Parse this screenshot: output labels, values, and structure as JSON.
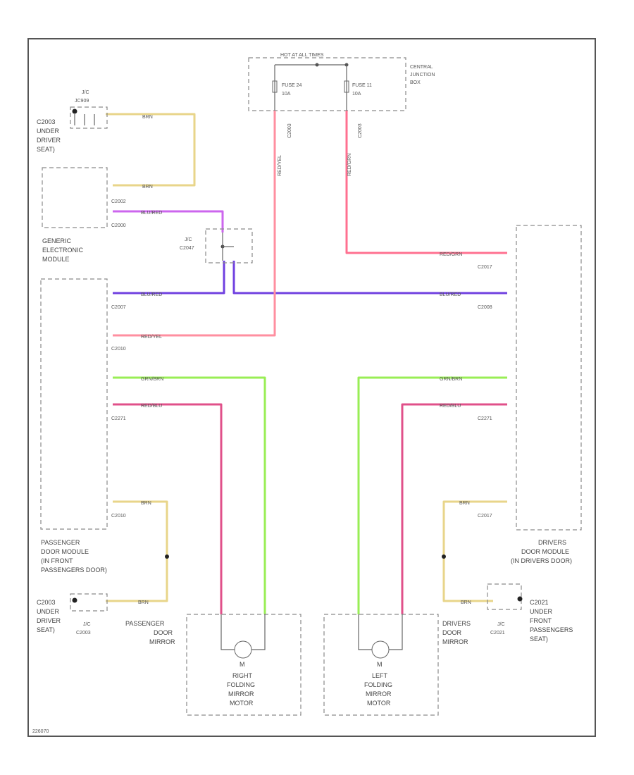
{
  "colors": {
    "brn": "#e8d58a",
    "blu_red": "#cc66ee",
    "blu_red_h": "#7040e0",
    "red_yel": "#ff8fa0",
    "red_grn": "#ff7090",
    "grn_brn": "#99ee55",
    "red_blu": "#e0508a",
    "frame": "#555555",
    "box": "#8a8a8a"
  },
  "components": {
    "fuse_box_title": "HOT AT ALL TIMES",
    "fuse_24": "FUSE 24",
    "fuse_24_amp": "10A",
    "fuse_11": "FUSE 11",
    "fuse_11_amp": "10A",
    "cjb": [
      "CENTRAL",
      "JUNCTION",
      "BOX"
    ],
    "jc_top": [
      "J/C",
      "JC909"
    ],
    "c2003_top": [
      "C2003",
      "UNDER",
      "DRIVER",
      "SEAT)"
    ],
    "gem": [
      "GENERIC",
      "ELECTRONIC",
      "MODULE"
    ],
    "jc_gem": [
      "J/C",
      "C2047"
    ],
    "pass_door_module": [
      "PASSENGER",
      "DOOR MODULE",
      "(IN FRONT",
      "PASSENGERS DOOR)"
    ],
    "drv_door_module": [
      "DRIVERS",
      "DOOR MODULE",
      "(IN DRIVERS DOOR)"
    ],
    "c2003_bot": [
      "C2003",
      "UNDER",
      "DRIVER",
      "SEAT)"
    ],
    "jc_bot_left": [
      "J/C",
      "C2003"
    ],
    "pass_mirror": [
      "PASSENGER",
      "DOOR",
      "MIRROR"
    ],
    "drv_mirror": [
      "DRIVERS",
      "DOOR",
      "MIRROR"
    ],
    "right_motor": [
      "RIGHT",
      "FOLDING",
      "MIRROR",
      "MOTOR"
    ],
    "left_motor": [
      "LEFT",
      "FOLDING",
      "MIRROR",
      "MOTOR"
    ],
    "c2021": [
      "C2021",
      "UNDER",
      "FRONT",
      "PASSENGERS",
      "SEAT)"
    ],
    "jc_bot_right": [
      "J/C",
      "C2021"
    ],
    "motor_m": "M"
  },
  "connectors": {
    "c2002": "C2002",
    "c2000": "C2000",
    "c2007": "C2007",
    "c2010": "C2010",
    "c2271_l": "C2271",
    "c2010_b": "C2010",
    "c2017_t": "C2017",
    "c2008": "C2008",
    "c2271_r": "C2271",
    "c2017_b": "C2017",
    "c2003_v": "C2003",
    "c2003_v2": "C2003"
  },
  "wires": {
    "brn_top_1": "BRN",
    "brn_top_2": "BRN",
    "blu_red_1": "BLU/RED",
    "blu_red_2": "BLU/RED",
    "blu_red_3": "BLU/RED",
    "red_yel": "RED/YEL",
    "red_yel_v": "RED/YEL",
    "red_grn": "RED/GRN",
    "red_grn_v": "RED/GRN",
    "grn_brn_l": "GRN/BRN",
    "grn_brn_r": "GRN/BRN",
    "red_blu_l": "RED/BLU",
    "red_blu_r": "RED/BLU",
    "brn_pl": "BRN",
    "brn_pl_b": "BRN",
    "brn_dr": "BRN",
    "brn_dr_b": "BRN"
  },
  "footer_code": "226070"
}
